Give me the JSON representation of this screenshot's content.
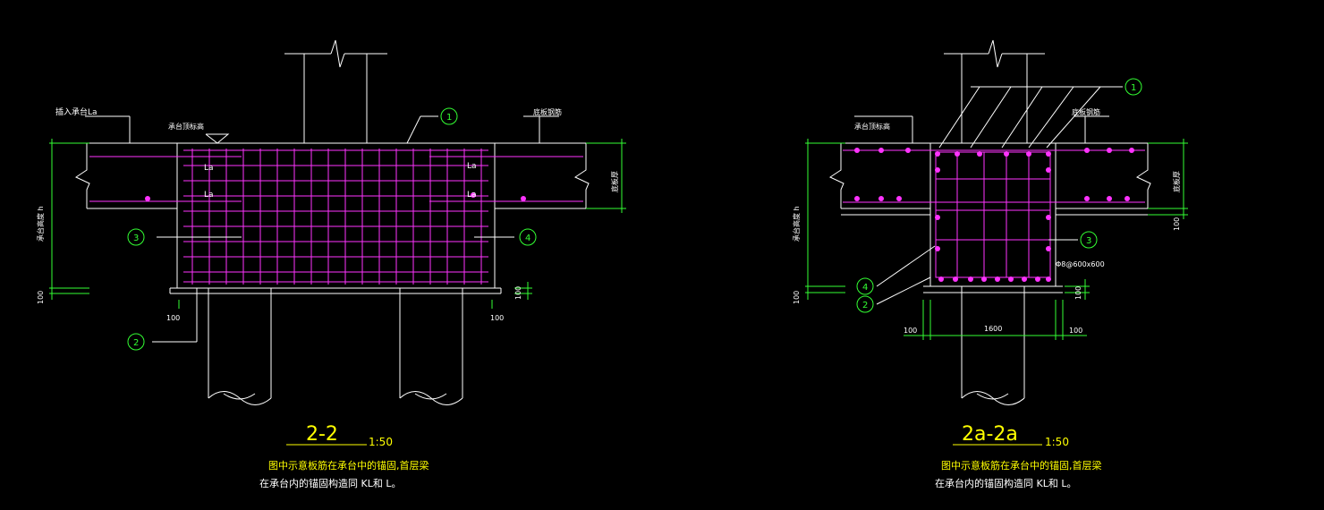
{
  "colors": {
    "background": "#000000",
    "outline": "#ffffff",
    "rebar": "#ff33ff",
    "dim": "#33ff33",
    "text": "#ffffff",
    "title": "#ffff00"
  },
  "left": {
    "title": "2-2",
    "scale": "1:50",
    "note1": "图中示意板筋在承台中的锚固,首层梁",
    "note2": "在承台内的锚固构造同 KL和 L。",
    "label_anchor": "插入承台La",
    "label_top": "承台顶标高",
    "label_bottom_rebar": "底板钢筋",
    "label_thick": "底板厚",
    "label_h": "承台高度 h",
    "la": "La",
    "dim100": "100",
    "c1": "1",
    "c2": "2",
    "c3": "3",
    "c4": "4"
  },
  "right": {
    "title": "2a-2a",
    "scale": "1:50",
    "note1": "图中示意板筋在承台中的锚固,首层梁",
    "note2": "在承台内的锚固构造同 KL和 L。",
    "label_top": "承台顶标高",
    "label_bottom_rebar": "底板钢筋",
    "label_thick": "底板厚",
    "label_h": "承台高度 h",
    "stirrup": "Φ8@600x600",
    "dim100": "100",
    "dim1600": "1600",
    "c1": "1",
    "c2": "2",
    "c3": "3",
    "c4": "4"
  }
}
